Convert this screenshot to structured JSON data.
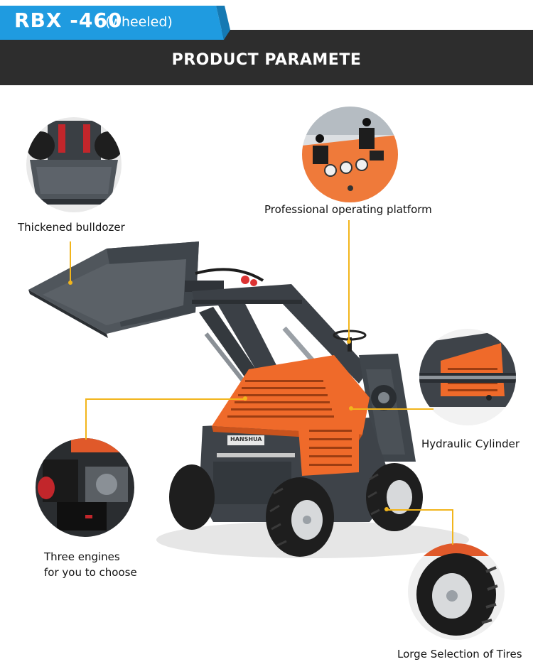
{
  "header": {
    "model": "RBX -460",
    "variant": "(wheeled)",
    "banner_title": "PRODUCT PARAMETE"
  },
  "callouts": {
    "bulldozer": "Thickened bulldozer",
    "platform": "Professional operating platform",
    "cylinder": "Hydraulic Cylinder",
    "engines_line1": "Three engines",
    "engines_line2": "for you to choose",
    "tires": "Lorge Selection of Tires"
  },
  "machine": {
    "decal_brand": "HANSHUA"
  },
  "colors": {
    "header_blue": "#1f9be0",
    "header_dark": "#2d2d2d",
    "body_orange": "#ef6a2a",
    "body_gray": "#3e4349",
    "callout_yellow": "#f2b51c"
  }
}
